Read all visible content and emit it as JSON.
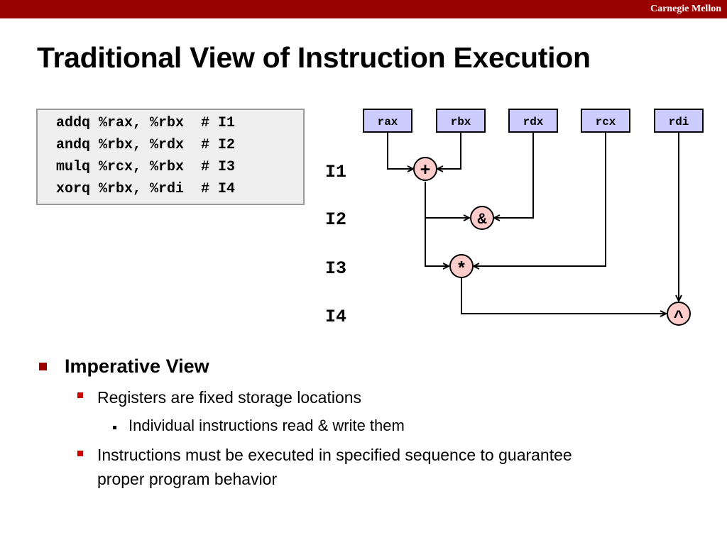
{
  "header": {
    "brand": "Carnegie Mellon",
    "bar_color": "#990000"
  },
  "title": "Traditional View of Instruction Execution",
  "code": {
    "lines": [
      "addq %rax, %rbx  # I1",
      "andq %rbx, %rdx  # I2",
      "mulq %rcx, %rbx  # I3",
      "xorq %rbx, %rdi  # I4"
    ]
  },
  "diagram": {
    "registers": [
      "rax",
      "rbx",
      "rdx",
      "rcx",
      "rdi"
    ],
    "instructions": [
      "I1",
      "I2",
      "I3",
      "I4"
    ],
    "operations": [
      "+",
      "&",
      "*",
      "^"
    ],
    "register_fill": "#ccccff",
    "operation_fill": "#ffcccc"
  },
  "bullets": {
    "l1": "Imperative View",
    "l2a": "Registers are fixed storage locations",
    "l3": "Individual instructions read & write them",
    "l2b_line1": "Instructions must be executed in specified sequence to guarantee",
    "l2b_line2": "proper program behavior"
  }
}
